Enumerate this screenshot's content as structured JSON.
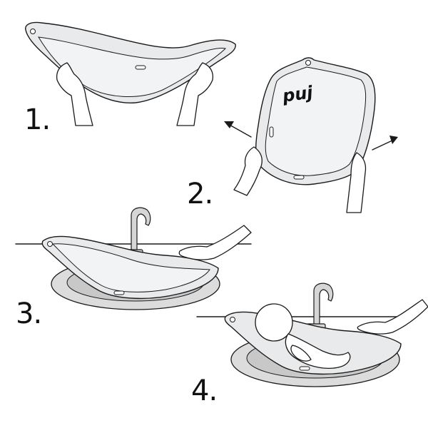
{
  "steps": [
    {
      "number": "1."
    },
    {
      "number": "2."
    },
    {
      "number": "3."
    },
    {
      "number": "4."
    }
  ],
  "brand": "puj",
  "colors": {
    "line": "#1a1a1a",
    "tub_fill": "#e9eaeb",
    "sink_fill": "#dcdcdc",
    "background": "#ffffff"
  }
}
